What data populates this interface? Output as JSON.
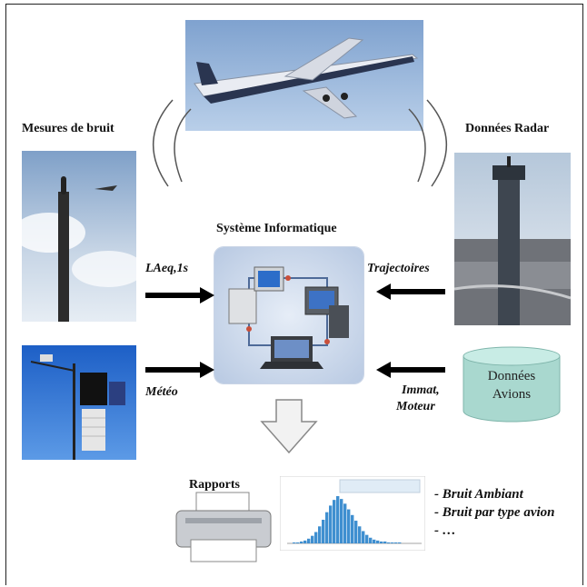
{
  "labels": {
    "noise": "Mesures de bruit",
    "radar": "Données Radar",
    "system": "Système Informatique",
    "laeq": "LAeq,1s",
    "trajectoires": "Trajectoires",
    "meteo": "Météo",
    "immat_line1": "Immat,",
    "immat_line2": "Moteur",
    "db_line1": "Données",
    "db_line2": "Avions",
    "reports": "Rapports"
  },
  "outputs": [
    "- Bruit Ambiant",
    "- Bruit par type avion",
    "- …"
  ],
  "histogram": {
    "values": [
      1,
      1,
      2,
      3,
      5,
      8,
      12,
      18,
      25,
      33,
      40,
      46,
      50,
      47,
      42,
      36,
      30,
      24,
      18,
      13,
      9,
      6,
      4,
      3,
      2,
      2,
      1,
      1,
      1,
      1
    ]
  },
  "colors": {
    "sky": "#8fb0d6",
    "system_bg": "#c9d6ea",
    "db_fill": "#a9d8cf",
    "hist_bar": "#3f8fd0"
  }
}
